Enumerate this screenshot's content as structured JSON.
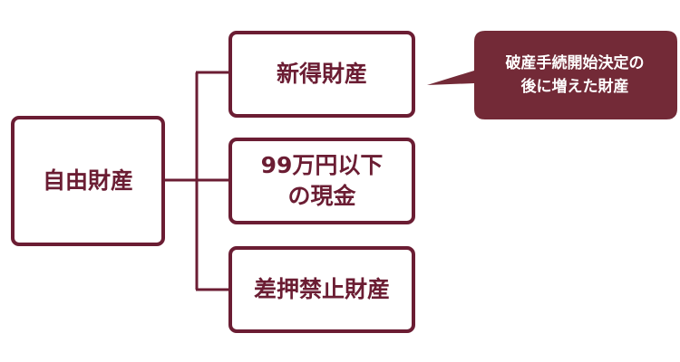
{
  "diagram": {
    "root": {
      "label": "自由財産"
    },
    "branches": [
      {
        "lines": [
          "新得財産"
        ]
      },
      {
        "lines": [
          "99万円以下",
          "の現金"
        ]
      },
      {
        "lines": [
          "差押禁止財産"
        ]
      }
    ],
    "callout": {
      "lines": [
        "破産手続開始決定の",
        "後に増えた財産"
      ]
    }
  },
  "colors": {
    "accent": "#6b1d33",
    "callout_fill": "#732a37",
    "background": "#ffffff"
  }
}
